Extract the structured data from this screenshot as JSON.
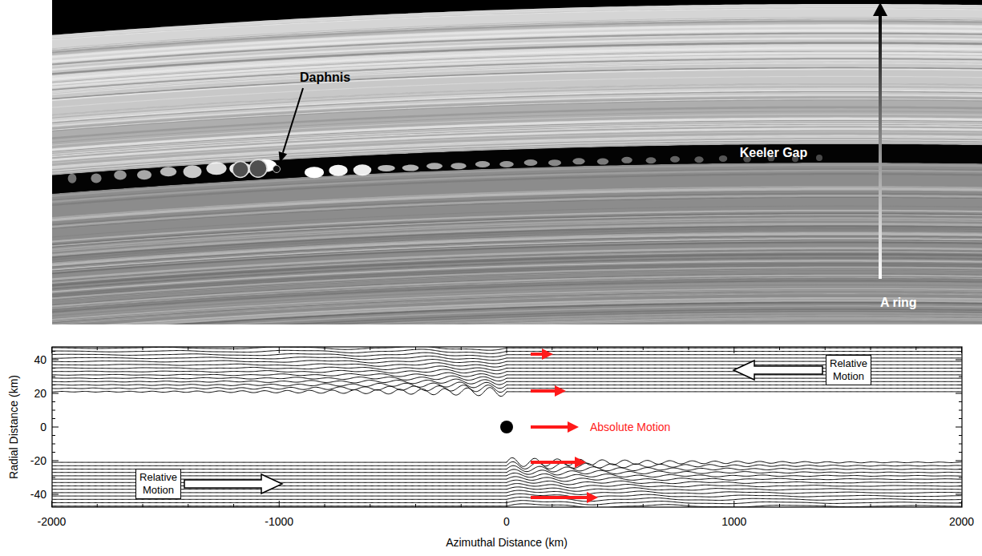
{
  "diagram": {
    "nodes": [
      {
        "text": [
          "Relative Motion"
        ]
      },
      {
        "text": [
          "Relative Motion"
        ]
      }
    ],
    "labels": [
      "Daphnis",
      "Keeler Gap",
      "A ring",
      "Absolute Motion",
      "Radial Distance (km)",
      "Azimuthal Distance (km)",
      "40",
      "20",
      "0",
      "-20",
      "-40",
      "-2000",
      "-1000",
      "0",
      "1000",
      "2000"
    ]
  }
}
